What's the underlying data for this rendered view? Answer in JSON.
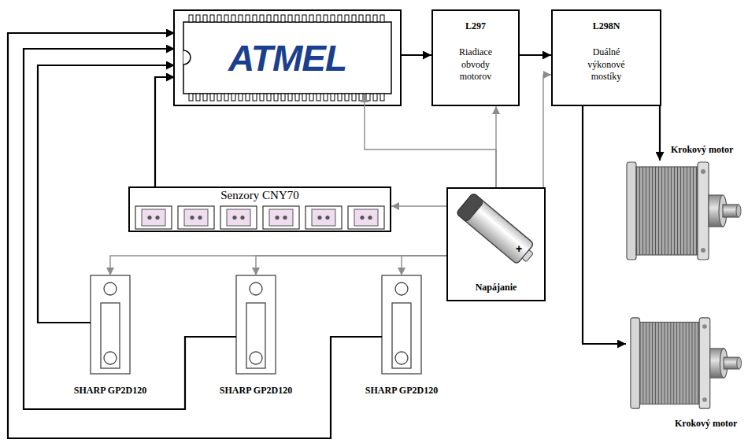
{
  "diagram": {
    "nodes": [
      {
        "text": [
          "ATMEL"
        ]
      },
      {
        "text": [
          "L297",
          "Riadiace obvody motorov"
        ]
      },
      {
        "text": [
          "L298N",
          "Duálné výkonové mostíky"
        ]
      },
      {
        "text": [
          "Krokový motor"
        ]
      },
      {
        "text": [
          "Senzory CNY70"
        ]
      },
      {
        "text": [
          "Napájanie"
        ]
      },
      {
        "text": [
          "SHARP GP2D120"
        ]
      },
      {
        "text": [
          "SHARP GP2D120"
        ]
      },
      {
        "text": [
          "SHARP GP2D120"
        ]
      },
      {
        "text": [
          "Krokový motor"
        ]
      }
    ],
    "edges": [
      {
        "from": 0,
        "to": 1,
        "arrow": "to"
      },
      {
        "from": 1,
        "to": 2,
        "arrow": "to"
      },
      {
        "from": 2,
        "to": 3,
        "arrow": "to"
      },
      {
        "from": 2,
        "to": 9,
        "arrow": "to"
      },
      {
        "from": 5,
        "to": 0,
        "arrow": "to"
      },
      {
        "from": 5,
        "to": 1,
        "arrow": "to"
      },
      {
        "from": 5,
        "to": 2,
        "arrow": "to"
      },
      {
        "from": 5,
        "to": 4,
        "arrow": "to"
      },
      {
        "from": 5,
        "to": 6,
        "arrow": "to"
      },
      {
        "from": 5,
        "to": 7,
        "arrow": "to"
      },
      {
        "from": 5,
        "to": 8,
        "arrow": "to"
      },
      {
        "from": 4,
        "to": 0,
        "arrow": "to"
      },
      {
        "from": 6,
        "to": 0,
        "arrow": "to"
      },
      {
        "from": 7,
        "to": 0,
        "arrow": "to"
      },
      {
        "from": 8,
        "to": 0,
        "arrow": "to"
      }
    ],
    "labels": [
      "+"
    ]
  }
}
